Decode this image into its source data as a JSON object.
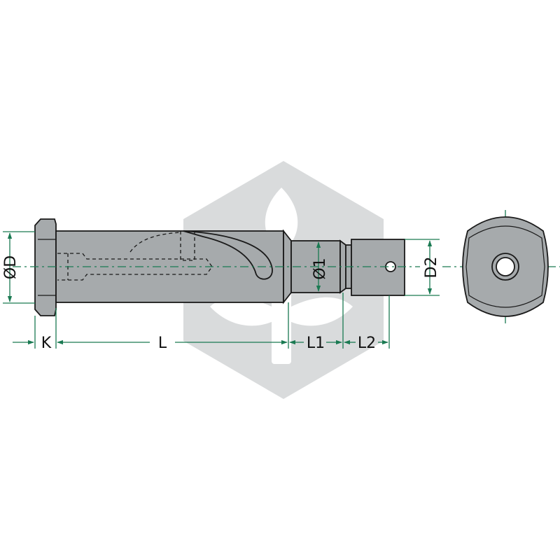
{
  "drawing": {
    "labels": {
      "dia_D": "ØD",
      "dia_1": "Ø1",
      "D2": "D2",
      "K": "K",
      "L": "L",
      "L1": "L1",
      "L2": "L2"
    },
    "colors": {
      "part_fill": "#a6aaac",
      "part_outline": "#1a1a1a",
      "dimension_line": "#1a7a52",
      "watermark": "#d9dbdc",
      "background": "#ffffff"
    },
    "icons": [
      "watermark-logo-icon"
    ]
  }
}
